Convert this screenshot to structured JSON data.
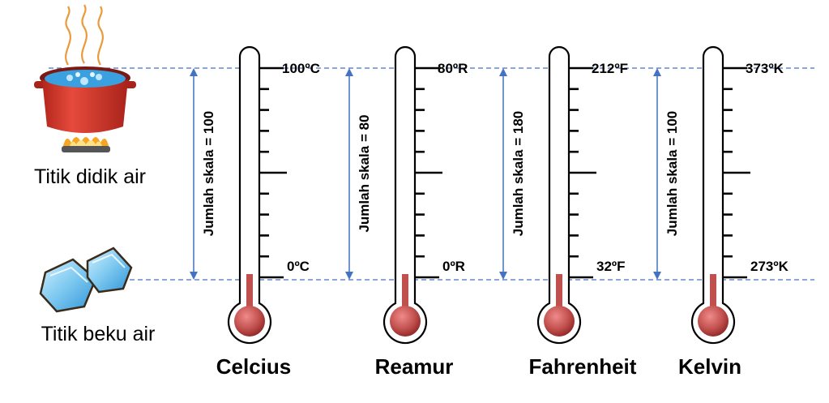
{
  "left": {
    "boiling_label": "Titik didik air",
    "freezing_label": "Titik beku air"
  },
  "thermometers": [
    {
      "name": "Celcius",
      "top": "100ºC",
      "bottom": "0ºC",
      "range_text": "Jumlah skala = 100",
      "range": 100
    },
    {
      "name": "Reamur",
      "top": "80ºR",
      "bottom": "0ºR",
      "range_text": "Jumlah skala = 80",
      "range": 80
    },
    {
      "name": "Fahrenheit",
      "top": "212ºF",
      "bottom": "32ºF",
      "range_text": "Jumlah skala = 180",
      "range": 180
    },
    {
      "name": "Kelvin",
      "top": "373ºK",
      "bottom": "273ºK",
      "range_text": "Jumlah skala = 100",
      "range": 100
    }
  ],
  "colors": {
    "guide_line": "#4472c4",
    "arrow": "#4472c4",
    "mercury": "#c0504d",
    "bulb_light": "#e8777a",
    "bulb_dark": "#a32a2a",
    "outline": "#000000",
    "pot": "#d8362a",
    "water": "#3aa0e0",
    "ice": "#8fd3f5",
    "flame": "#f5a623",
    "steam": "#e89a3c"
  },
  "icons": {
    "boiling": "boiling-pot-icon",
    "freezing": "ice-cubes-icon"
  }
}
